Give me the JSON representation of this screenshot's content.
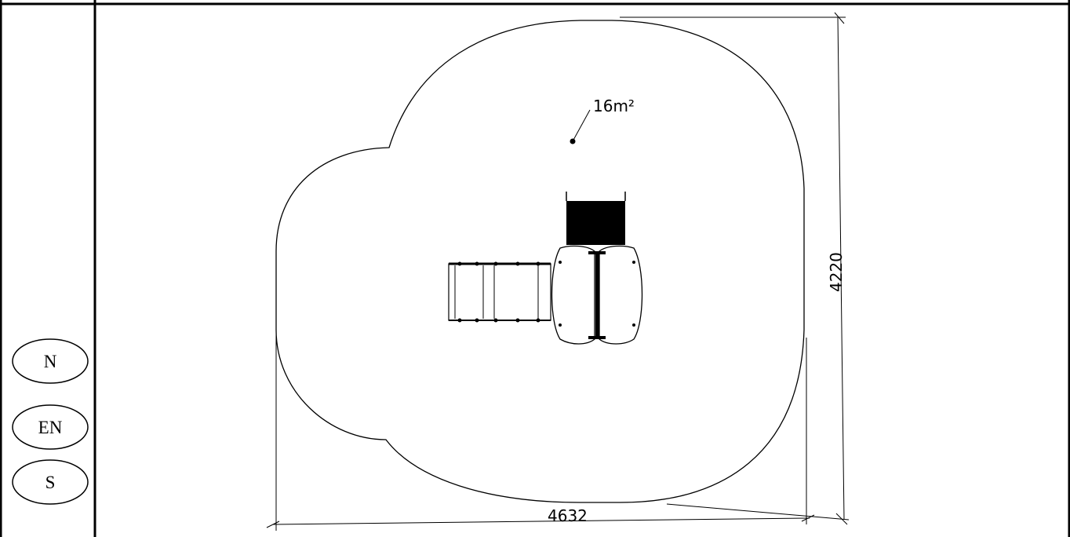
{
  "legend": {
    "items": [
      {
        "label": "N"
      },
      {
        "label": "EN"
      },
      {
        "label": "S"
      }
    ]
  },
  "drawing": {
    "area_label": "16m²",
    "width_dimension": "4632",
    "height_dimension": "4220"
  },
  "colors": {
    "line": "#000000",
    "background": "#ffffff"
  }
}
